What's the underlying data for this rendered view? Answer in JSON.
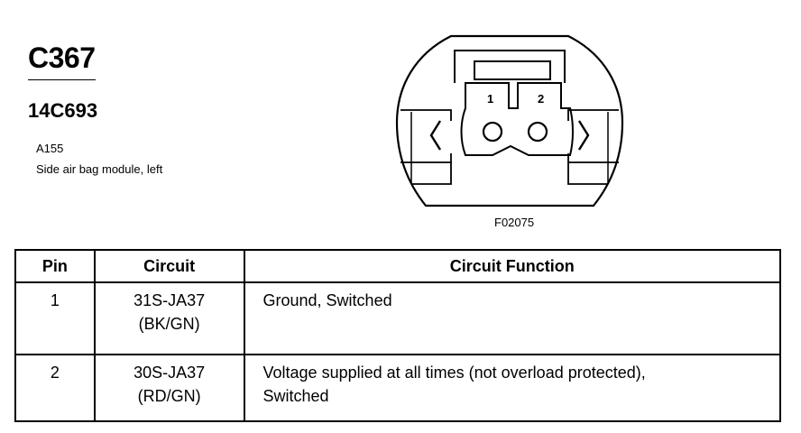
{
  "header": {
    "connector_id": "C367",
    "part_number": "14C693",
    "component_code": "A155",
    "component_description": "Side air bag module, left"
  },
  "figure": {
    "code": "F02075",
    "pin_labels": [
      "1",
      "2"
    ]
  },
  "table": {
    "headers": {
      "pin": "Pin",
      "circuit": "Circuit",
      "function": "Circuit Function"
    },
    "rows": [
      {
        "pin": "1",
        "circuit": "31S-JA37",
        "color": "(BK/GN)",
        "function_line1": "Ground, Switched",
        "function_line2": ""
      },
      {
        "pin": "2",
        "circuit": "30S-JA37",
        "color": "(RD/GN)",
        "function_line1": "Voltage supplied at all times (not overload protected),",
        "function_line2": "Switched"
      }
    ]
  }
}
